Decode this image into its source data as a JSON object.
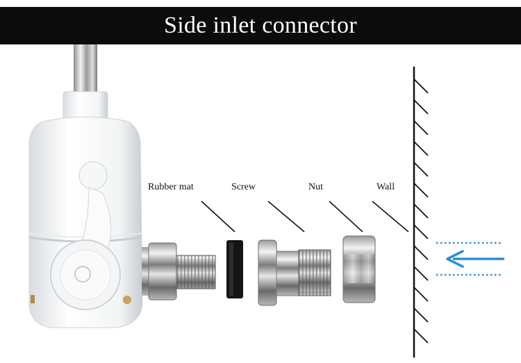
{
  "title": "Side inlet connector",
  "labels": {
    "rubber_mat": "Rubber mat",
    "screw": "Screw",
    "nut": "Nut",
    "wall": "Wall"
  },
  "colors": {
    "title_background": "#0c0c0c",
    "title_text": "#ffffff",
    "arrow": "#2a8fd6",
    "leader_lines": "#111111"
  },
  "icons": {
    "water_flow": "arrow-left-icon"
  }
}
